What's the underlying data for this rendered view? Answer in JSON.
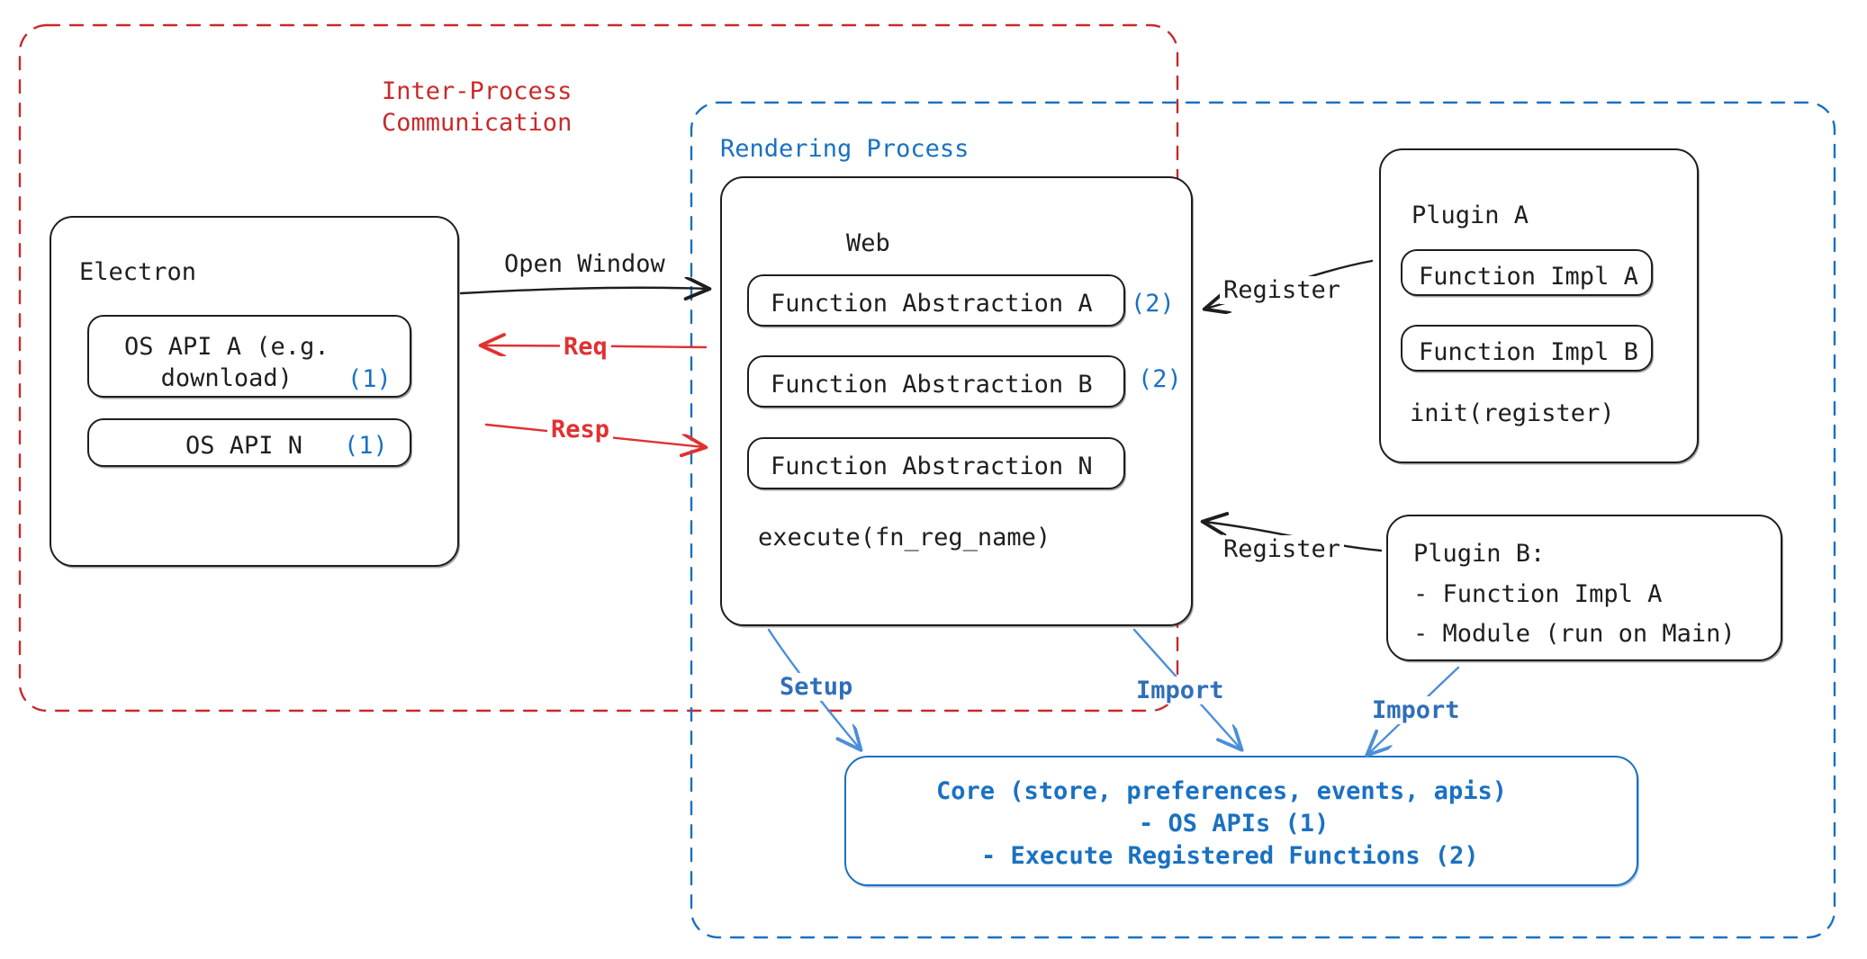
{
  "diagram": {
    "title": "Electron plugin architecture",
    "colors": {
      "ink": "#1e1e1e",
      "red": "#c92a2a",
      "blue": "#1971c2",
      "background": "#ffffff"
    }
  },
  "containers": {
    "ipc": {
      "label": "Inter-Process\nCommunication",
      "style": "dashed",
      "color": "#c92a2a"
    },
    "rendering": {
      "label": "Rendering Process",
      "style": "dashed",
      "color": "#1971c2"
    }
  },
  "electron": {
    "title": "Electron",
    "apis": [
      {
        "label": "OS API A (e.g.\ndownload)",
        "tag": "(1)"
      },
      {
        "label": "OS API N",
        "tag": "(1)"
      }
    ]
  },
  "web": {
    "title": "Web",
    "abstractions": [
      {
        "label": "Function Abstraction A",
        "tag": "(2)"
      },
      {
        "label": "Function Abstraction B",
        "tag": "(2)"
      },
      {
        "label": "Function Abstraction N",
        "tag": ""
      }
    ],
    "footer": "execute(fn_reg_name)"
  },
  "plugin_a": {
    "title": "Plugin A",
    "items": [
      "Function Impl A",
      "Function Impl B"
    ],
    "footer": "init(register)"
  },
  "plugin_b": {
    "title": "Plugin B:",
    "lines": [
      "- Function Impl A",
      "- Module (run on Main)"
    ]
  },
  "core": {
    "lines": [
      "Core (store, preferences, events, apis)",
      "- OS APIs (1)",
      "- Execute Registered Functions (2)"
    ]
  },
  "edges": [
    {
      "id": "open-window",
      "label": "Open Window",
      "color": "#1e1e1e"
    },
    {
      "id": "req",
      "label": "Req",
      "color": "#e03131"
    },
    {
      "id": "resp",
      "label": "Resp",
      "color": "#e03131"
    },
    {
      "id": "register-a",
      "label": "Register",
      "color": "#1e1e1e"
    },
    {
      "id": "register-b",
      "label": "Register",
      "color": "#1e1e1e"
    },
    {
      "id": "setup",
      "label": "Setup",
      "color": "#4c8ed9"
    },
    {
      "id": "import-web",
      "label": "Import",
      "color": "#4c8ed9"
    },
    {
      "id": "import-plugin-b",
      "label": "Import",
      "color": "#4c8ed9"
    }
  ]
}
